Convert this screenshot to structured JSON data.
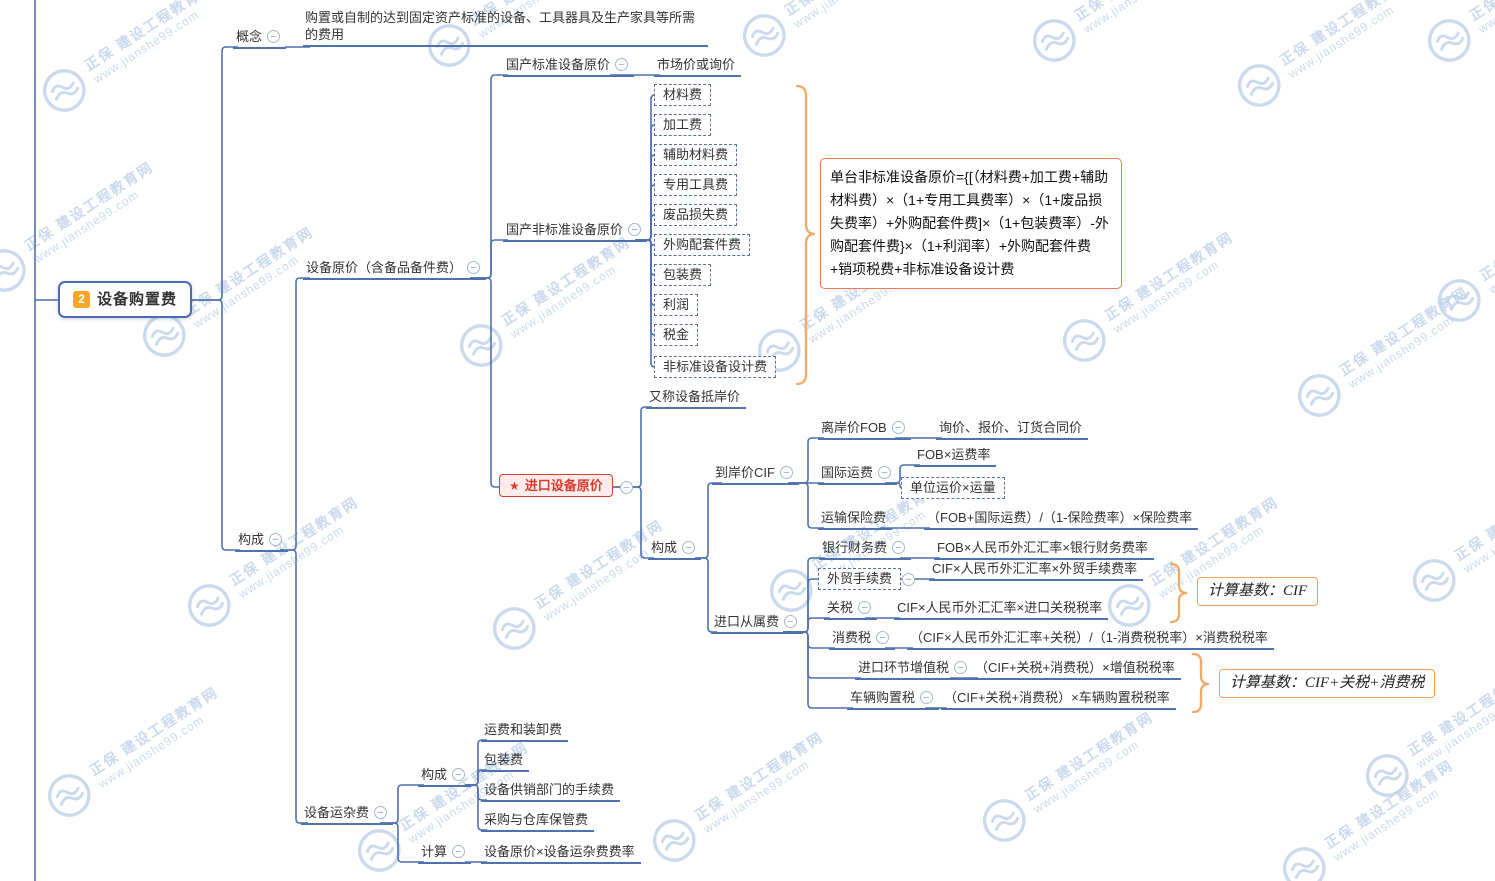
{
  "watermark": {
    "brand": "正保 建设工程教育网",
    "site": "www.jianshe99.com"
  },
  "icons": {
    "collapse": "−",
    "star": "★"
  },
  "root": {
    "badge": "2",
    "label": "设备购置费"
  },
  "concept": {
    "label": "概念",
    "desc": "购置或自制的达到固定资产标准的设备、工具器具及生产家具等所需的费用"
  },
  "composition": {
    "label": "构成"
  },
  "device_price": {
    "label": "设备原价（含备品备件费）",
    "domestic_standard": {
      "label": "国产标准设备原价",
      "value": "市场价或询价"
    },
    "domestic_nonstandard": {
      "label": "国产非标准设备原价",
      "items": [
        "材料费",
        "加工费",
        "辅助材料费",
        "专用工具费",
        "废品损失费",
        "外购配套件费",
        "包装费",
        "利润",
        "税金",
        "非标准设备设计费"
      ],
      "formula": "单台非标准设备原价={[（材料费+加工费+辅助材料费）×（1+专用工具费率）×（1+废品损失费率）+外购配套件费]×（1+包装费率）-外购配套件费}×（1+利润率）+外购配套件费+销项税费+非标准设备设计费"
    },
    "imported": {
      "label": "进口设备原价",
      "alias": "又称设备抵岸价",
      "composition_label": "构成",
      "cif": {
        "label": "到岸价CIF",
        "fob": {
          "label": "离岸价FOB",
          "value": "询价、报价、订货合同价"
        },
        "intl_freight": {
          "label": "国际运费",
          "value1": "FOB×运费率",
          "value2": "单位运价×运量"
        },
        "insurance": {
          "label": "运输保险费",
          "value": "（FOB+国际运费）/（1-保险费率）×保险费率"
        }
      },
      "accessory": {
        "label": "进口从属费",
        "bank": {
          "label": "银行财务费",
          "value": "FOB×人民币外汇汇率×银行财务费率"
        },
        "trade": {
          "label": "外贸手续费",
          "value": "CIF×人民币外汇汇率×外贸手续费率"
        },
        "tariff": {
          "label": "关税",
          "value": "CIF×人民币外汇汇率×进口关税税率"
        },
        "consumption": {
          "label": "消费税",
          "value": "（CIF×人民币外汇汇率+关税）/（1-消费税税率）×消费税税率"
        },
        "vat": {
          "label": "进口环节增值税",
          "value": "（CIF+关税+消费税）×增值税税率"
        },
        "vehicle": {
          "label": "车辆购置税",
          "value": "（CIF+关税+消费税）×车辆购置税税率"
        },
        "note_cif": "计算基数：CIF",
        "note_cif_tax": "计算基数：CIF+关税+消费税"
      }
    }
  },
  "misc_fee": {
    "label": "设备运杂费",
    "comp": {
      "label": "构成",
      "items": [
        "运费和装卸费",
        "包装费",
        "设备供销部门的手续费",
        "采购与仓库保管费"
      ]
    },
    "calc": {
      "label": "计算",
      "value": "设备原价×设备运杂费费率"
    }
  }
}
